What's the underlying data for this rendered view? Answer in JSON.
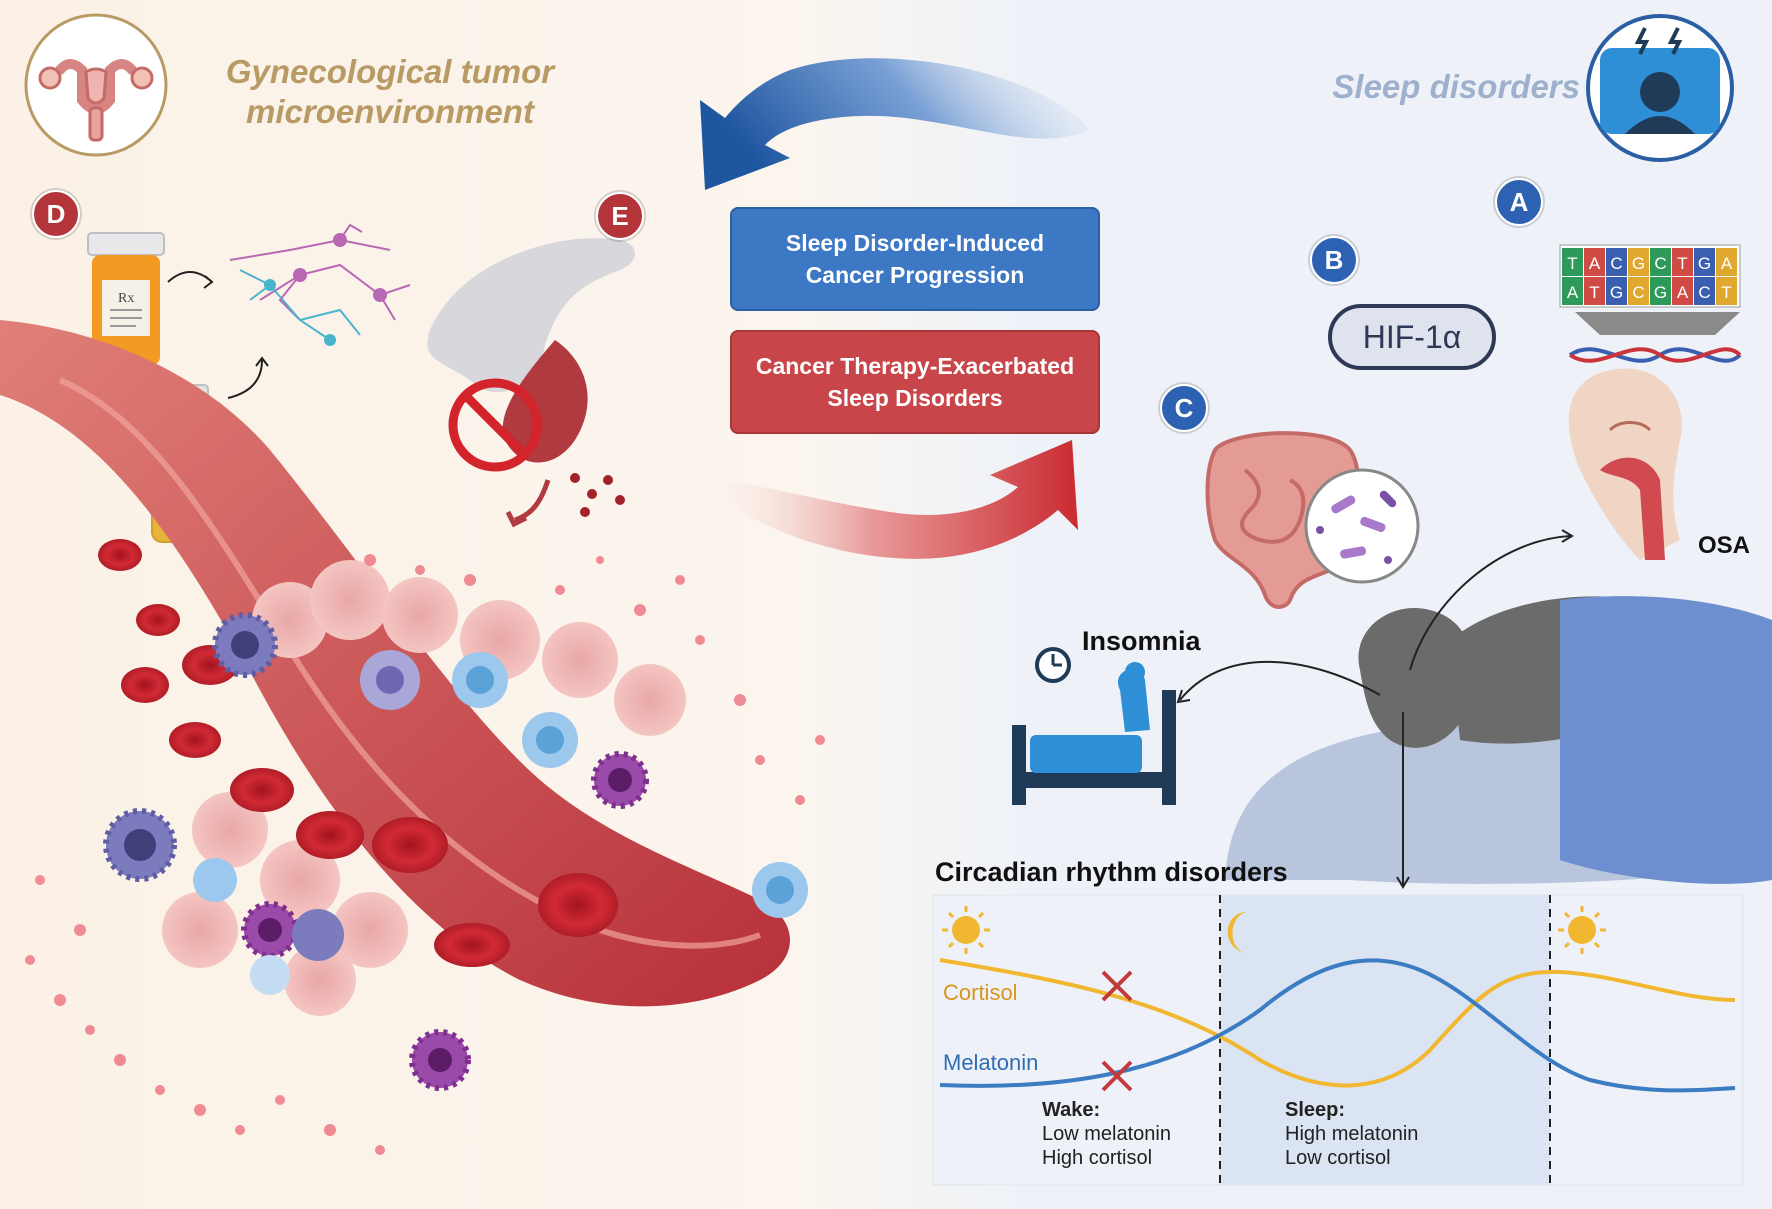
{
  "panels": {
    "left_title": "Gynecological tumor microenvironment",
    "right_title": "Sleep disorders"
  },
  "badges": {
    "a": "A",
    "b": "B",
    "c": "C",
    "d": "D",
    "e": "E"
  },
  "center_boxes": {
    "progression": "Sleep Disorder-Induced\nCancer Progression",
    "therapy": "Cancer Therapy-Exacerbated\nSleep Disorders"
  },
  "hif_label": "HIF-1α",
  "dna_letters": {
    "top": [
      "T",
      "A",
      "C",
      "G",
      "C",
      "T",
      "G",
      "A"
    ],
    "bottom": [
      "A",
      "T",
      "G",
      "C",
      "G",
      "A",
      "C",
      "T"
    ]
  },
  "labels": {
    "osa": "OSA",
    "insomnia": "Insomnia",
    "prescription": "Rx"
  },
  "circadian": {
    "title": "Circadian rhythm disorders",
    "cortisol": "Cortisol",
    "melatonin": "Melatonin",
    "wake_title": "Wake:",
    "wake_line1": "Low melatonin",
    "wake_line2": "High cortisol",
    "sleep_title": "Sleep:",
    "sleep_line1": "High melatonin",
    "sleep_line2": "Low cortisol"
  },
  "colors": {
    "left_bg": "#fbf3ea",
    "right_bg": "#eef2f8",
    "blue_arrow": "#2e66b0",
    "red_arrow": "#cf3b3f",
    "cortisol": "#f2b731",
    "melatonin": "#3b7cc2",
    "badge_red": "#b3353a",
    "badge_blue": "#2d62b3"
  }
}
